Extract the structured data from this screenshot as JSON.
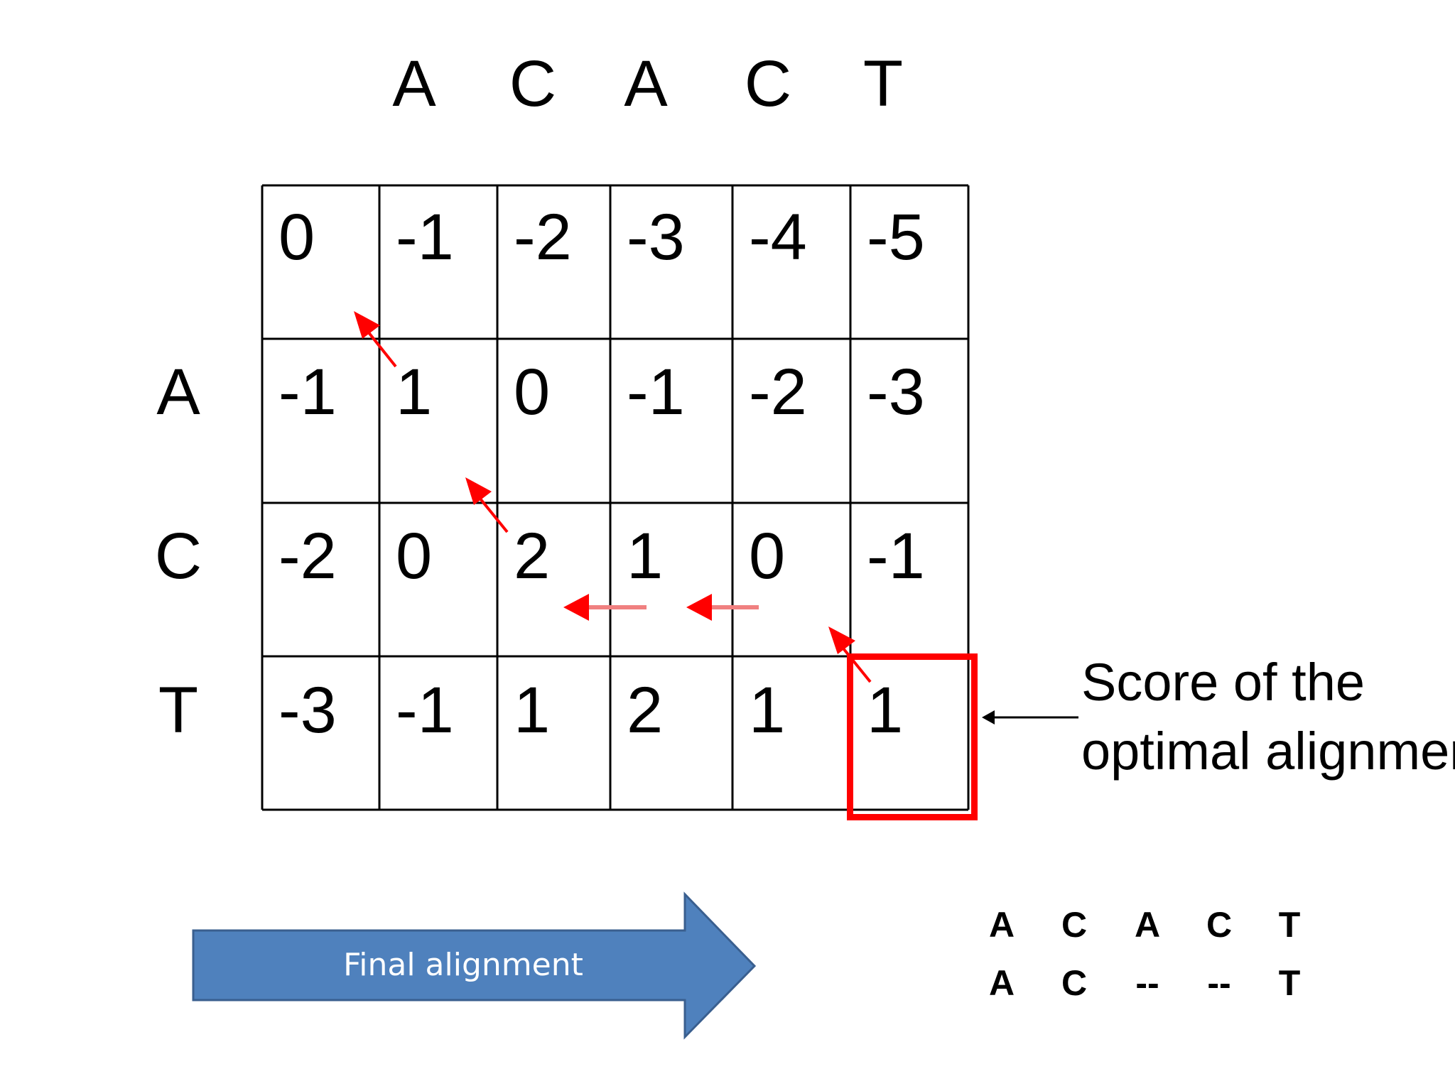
{
  "top_sequence": [
    "A",
    "C",
    "A",
    "C",
    "T"
  ],
  "side_sequence": [
    "A",
    "C",
    "T"
  ],
  "score_matrix": [
    [
      "0",
      "-1",
      "-2",
      "-3",
      "-4",
      "-5"
    ],
    [
      "-1",
      "1",
      "0",
      "-1",
      "-2",
      "-3"
    ],
    [
      "-2",
      "0",
      "2",
      "1",
      "0",
      "-1"
    ],
    [
      "-3",
      "-1",
      "1",
      "2",
      "1",
      "1"
    ]
  ],
  "traceback_arrows": [
    {
      "from_row": 1,
      "from_col": 1,
      "to_row": 0,
      "to_col": 0,
      "direction": "diagonal"
    },
    {
      "from_row": 2,
      "from_col": 2,
      "to_row": 1,
      "to_col": 1,
      "direction": "diagonal"
    },
    {
      "from_row": 2,
      "from_col": 3,
      "to_row": 2,
      "to_col": 2,
      "direction": "left"
    },
    {
      "from_row": 2,
      "from_col": 4,
      "to_row": 2,
      "to_col": 3,
      "direction": "left"
    },
    {
      "from_row": 3,
      "from_col": 5,
      "to_row": 2,
      "to_col": 4,
      "direction": "diagonal"
    }
  ],
  "highlighted_cell": {
    "row": 3,
    "col": 5
  },
  "score_annotation": {
    "line1": "Score of the",
    "line2": "optimal alignment"
  },
  "final_arrow_label": "Final alignment",
  "final_alignment": {
    "top": [
      "A",
      "C",
      "A",
      "C",
      "T"
    ],
    "bottom": [
      "A",
      "C",
      "--",
      "--",
      "T"
    ]
  },
  "colors": {
    "traceback": "#ff0000",
    "highlight_box": "#ff0000",
    "final_arrow_fill": "#4f81bd",
    "final_arrow_stroke": "#3a5f8f",
    "final_arrow_text": "#ffffff"
  }
}
